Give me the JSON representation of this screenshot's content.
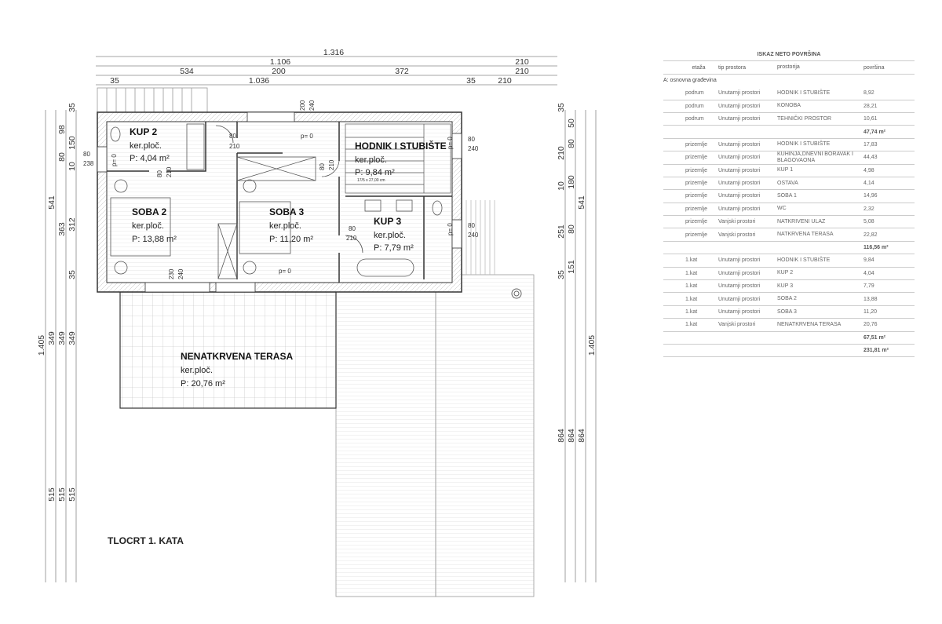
{
  "plan": {
    "title": "TLOCRT 1. KATA",
    "top_dims": {
      "row1": [
        "1.316"
      ],
      "row2": [
        "1.106",
        "210"
      ],
      "row3": [
        "534",
        "200",
        "372",
        "210"
      ],
      "row4": [
        "35",
        "1.036",
        "35",
        "210"
      ]
    },
    "left_dims": {
      "line1": [
        "1.405"
      ],
      "line2": [
        "541",
        "349",
        "515"
      ],
      "line3": [
        "98",
        "80",
        "363",
        "349",
        "515"
      ],
      "line4": [
        "35",
        "150",
        "10",
        "312",
        "35",
        "349",
        "515"
      ]
    },
    "right_dims": {
      "line1": [
        "35",
        "210",
        "10",
        "251",
        "35",
        "864"
      ],
      "line2": [
        "50",
        "80",
        "180",
        "80",
        "151",
        "864"
      ],
      "line3": [
        "541",
        "864"
      ],
      "line4": [
        "1.405"
      ]
    },
    "openings": {
      "w_left": [
        "80",
        "238"
      ],
      "w_top": [
        "200",
        "240"
      ],
      "d_hall": [
        "80",
        "210"
      ],
      "d_kup2": [
        "80",
        "210"
      ],
      "d_soba3": [
        "80",
        "210"
      ],
      "w_stair": [
        "80",
        "240"
      ],
      "d_kup3": [
        "80",
        "210"
      ],
      "w_kup3": [
        "80",
        "240"
      ],
      "w_bottom": [
        "230",
        "240"
      ],
      "p0": "p= 0",
      "stair_note": "17/5 x 27,00 cm"
    },
    "rooms": [
      {
        "name": "KUP 2",
        "floor": "ker.ploč.",
        "area": "P: 4,04 m²"
      },
      {
        "name": "SOBA 2",
        "floor": "ker.ploč.",
        "area": "P: 13,88 m²"
      },
      {
        "name": "SOBA 3",
        "floor": "ker.ploč.",
        "area": "P: 11,20 m²"
      },
      {
        "name": "HODNIK I STUBIŠTE",
        "floor": "ker.ploč.",
        "area": "P: 9,84 m²"
      },
      {
        "name": "KUP 3",
        "floor": "ker.ploč.",
        "area": "P: 7,79 m²"
      },
      {
        "name": "NENATKRVENA TERASA",
        "floor": "ker.ploč.",
        "area": "P: 20,76 m²"
      }
    ]
  },
  "table": {
    "title": "ISKAZ NETO POVRŠINA",
    "headers": [
      "etaža",
      "tip prostora",
      "prostorija",
      "površina"
    ],
    "group": "A: osnovna građevina",
    "sections": [
      {
        "rows": [
          [
            "podrum",
            "Unutarnji prostori",
            "HODNIK I STUBIŠTE",
            "8,92"
          ],
          [
            "podrum",
            "Unutarnji prostori",
            "KONOBA",
            "28,21"
          ],
          [
            "podrum",
            "Unutarnji prostori",
            "TEHNIČKI PROSTOR",
            "10,61"
          ]
        ],
        "subtotal": "47,74 m²"
      },
      {
        "rows": [
          [
            "prizemlje",
            "Unutarnji prostori",
            "HODNIK I STUBIŠTE",
            "17,83"
          ],
          [
            "prizemlje",
            "Unutarnji prostori",
            "KUHINJA,DNEVNI BORAVAK I BLAGOVAONA",
            "44,43"
          ],
          [
            "prizemlje",
            "Unutarnji prostori",
            "KUP 1",
            "4,98"
          ],
          [
            "prizemlje",
            "Unutarnji prostori",
            "OSTAVA",
            "4,14"
          ],
          [
            "prizemlje",
            "Unutarnji prostori",
            "SOBA 1",
            "14,96"
          ],
          [
            "prizemlje",
            "Unutarnji prostori",
            "WC",
            "2,32"
          ],
          [
            "prizemlje",
            "Vanjski prostori",
            "NATKRIVENI ULAZ",
            "5,08"
          ],
          [
            "prizemlje",
            "Vanjski prostori",
            "NATKRVENA TERASA",
            "22,82"
          ]
        ],
        "subtotal": "116,56 m²"
      },
      {
        "rows": [
          [
            "1.kat",
            "Unutarnji prostori",
            "HODNIK I STUBIŠTE",
            "9,84"
          ],
          [
            "1.kat",
            "Unutarnji prostori",
            "KUP 2",
            "4,04"
          ],
          [
            "1.kat",
            "Unutarnji prostori",
            "KUP 3",
            "7,79"
          ],
          [
            "1.kat",
            "Unutarnji prostori",
            "SOBA 2",
            "13,88"
          ],
          [
            "1.kat",
            "Unutarnji prostori",
            "SOBA 3",
            "11,20"
          ],
          [
            "1.kat",
            "Vanjski prostori",
            "NENATKRVENA TERASA",
            "20,76"
          ]
        ],
        "subtotal": "67,51 m²"
      }
    ],
    "total": "231,81 m²"
  }
}
